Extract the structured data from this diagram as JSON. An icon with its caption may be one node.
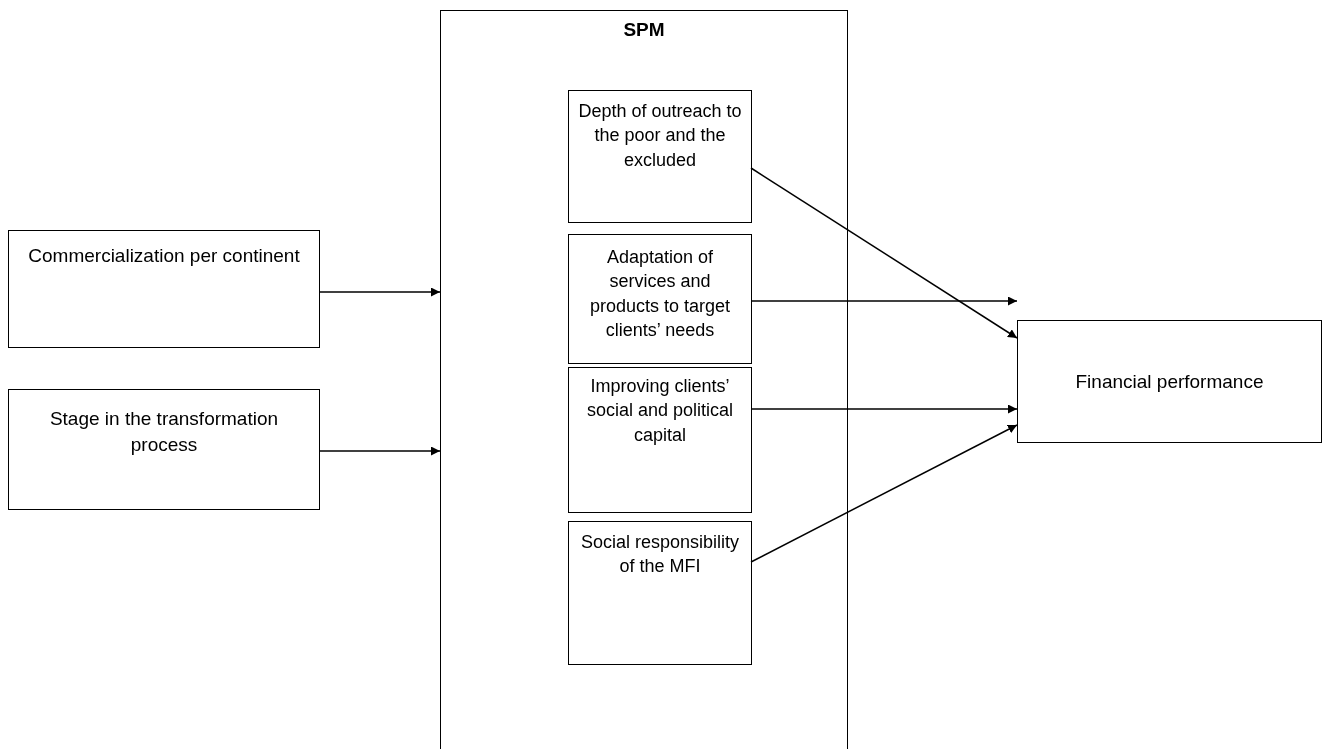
{
  "diagram": {
    "nodes": [
      {
        "text": [
          "SPM"
        ]
      },
      {
        "text": [
          "Depth of outreach to the poor and the excluded"
        ],
        "in": 0
      },
      {
        "text": [
          "Adaptation of services and products to target clients’ needs"
        ],
        "in": 0
      },
      {
        "text": [
          "Improving clients’ social and political capital"
        ],
        "in": 0
      },
      {
        "text": [
          "Social responsibility of the MFI"
        ],
        "in": 0
      },
      {
        "text": [
          "Commercialization per continent"
        ]
      },
      {
        "text": [
          "Stage in the transformation process"
        ]
      },
      {
        "text": [
          "Financial performance"
        ]
      }
    ],
    "edges": [
      {
        "from": 5,
        "to": 0,
        "arrow": "to"
      },
      {
        "from": 6,
        "to": 0,
        "arrow": "to"
      },
      {
        "from": 1,
        "to": 7,
        "arrow": "to"
      },
      {
        "from": 2,
        "to": 7,
        "arrow": "to"
      },
      {
        "from": 3,
        "to": 7,
        "arrow": "to"
      },
      {
        "from": 4,
        "to": 7,
        "arrow": "to"
      }
    ]
  }
}
